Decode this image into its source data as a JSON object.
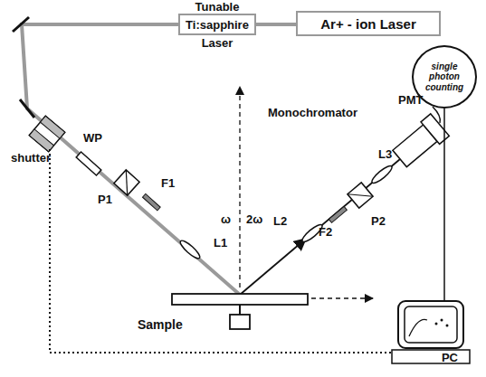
{
  "diagram": {
    "nodes": [
      {
        "text": [
          "Tunable",
          "Ti:sapphire",
          "Laser"
        ]
      },
      {
        "text": [
          "Ar+ - ion Laser"
        ]
      },
      {
        "text": [
          "single photon counting"
        ]
      },
      {
        "text": [
          "PC"
        ]
      }
    ],
    "edges": [
      {
        "from": 0,
        "to": 1,
        "arrow": "none"
      },
      {
        "from": 2,
        "to": 3,
        "arrow": "none"
      }
    ],
    "labels": [
      "shutter",
      "WP",
      "P1",
      "F1",
      "L1",
      "ω",
      "L2",
      "2ω",
      "Monochromator",
      "F2",
      "L3",
      "P2",
      "PMT",
      "Sample"
    ]
  }
}
